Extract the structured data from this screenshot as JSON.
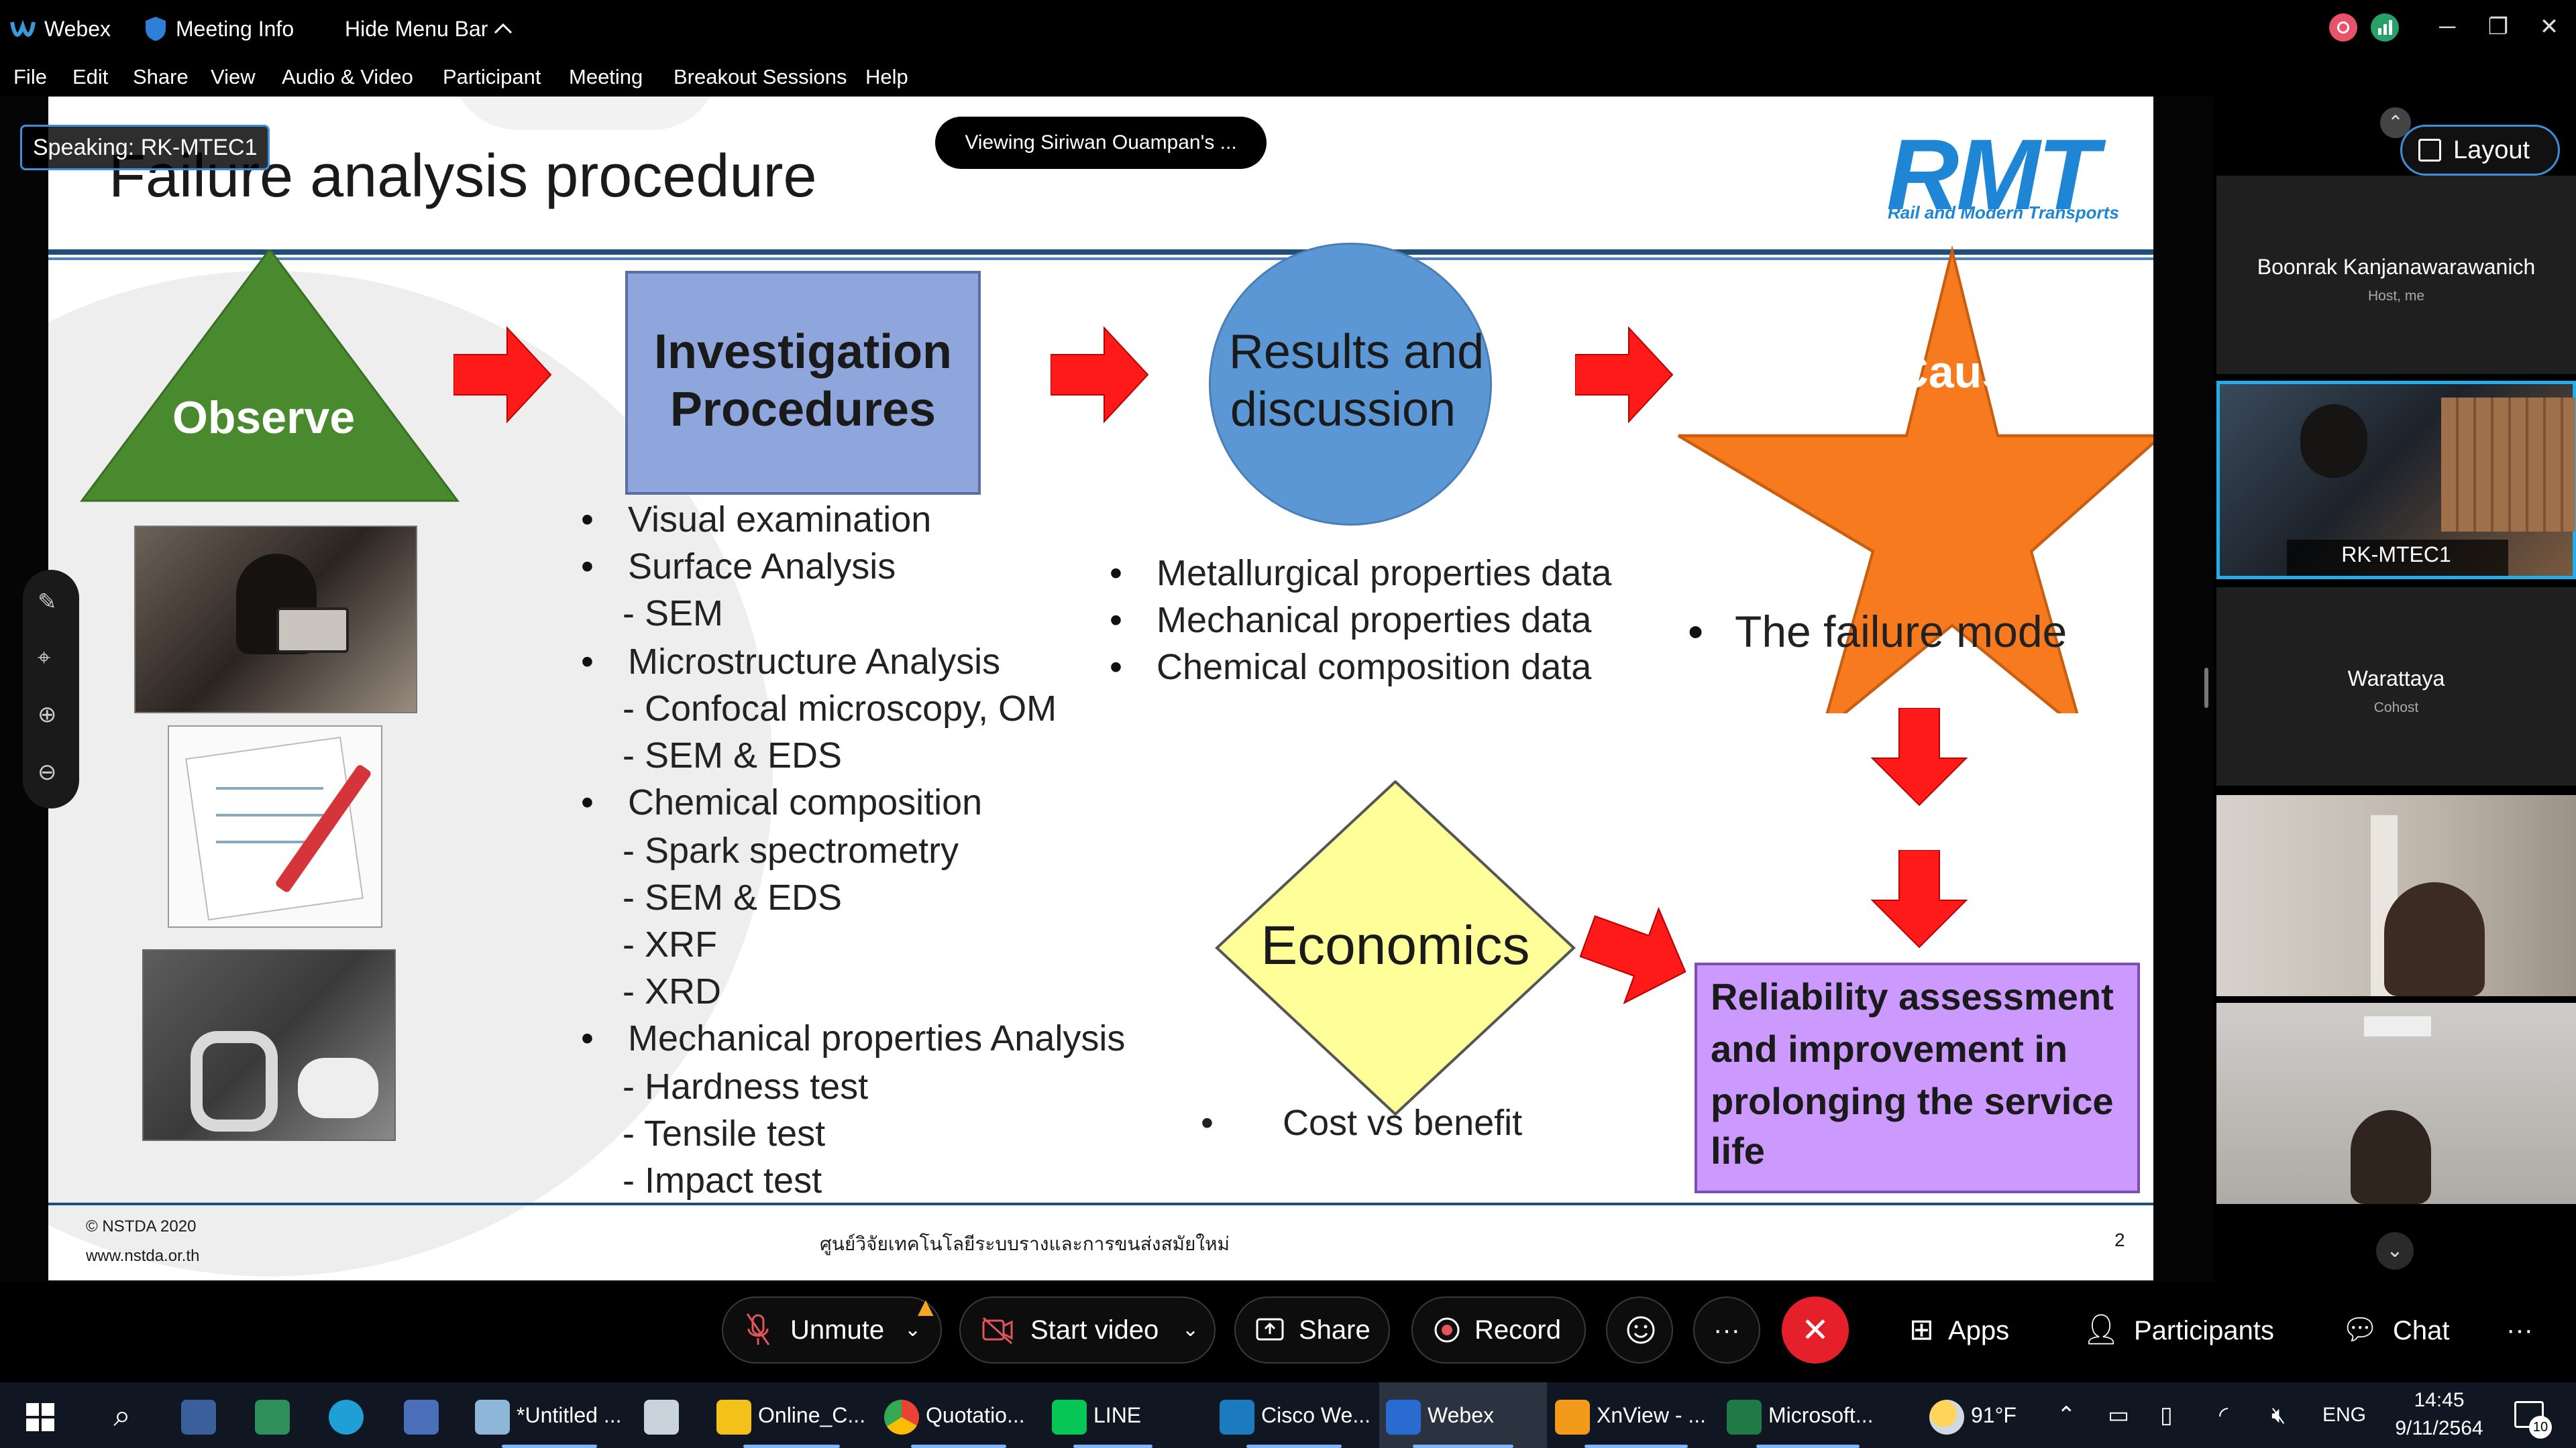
{
  "titlebar": {
    "app_name": "Webex",
    "meeting_info": "Meeting Info",
    "hide_menu_bar": "Hide Menu Bar",
    "controls": {
      "minimize": "─",
      "restore": "❐",
      "close": "✕"
    }
  },
  "menu": {
    "items": [
      "File",
      "Edit",
      "Share",
      "View",
      "Audio & Video",
      "Participant",
      "Meeting",
      "Breakout Sessions",
      "Help"
    ]
  },
  "stage": {
    "speaking_label": "Speaking:",
    "speaking_name": "RK-MTEC1",
    "viewing_banner": "Viewing Siriwan Ouampan's ...",
    "layout_button": "Layout"
  },
  "slide": {
    "title": "Failure analysis procedure",
    "logo_text": "RMT",
    "logo_tagline": "Rail and Modern Transports",
    "observe": "Observe",
    "investigation_line1": "Investigation",
    "investigation_line2": "Procedures",
    "results_line1": "Results and",
    "results_line2": "discussion",
    "root_cause": "Root Cause",
    "economics": "Economics",
    "reliability_lines": [
      "Reliability assessment",
      "and improvement in",
      "prolonging the service",
      "life"
    ],
    "investigation_items": [
      {
        "text": "Visual examination",
        "bullet": true
      },
      {
        "text": "Surface Analysis",
        "bullet": true
      },
      {
        "text": "- SEM",
        "bullet": false
      },
      {
        "text": "Microstructure Analysis",
        "bullet": true
      },
      {
        "text": "- Confocal microscopy, OM",
        "bullet": false
      },
      {
        "text": "- SEM & EDS",
        "bullet": false
      },
      {
        "text": " Chemical composition",
        "bullet": true
      },
      {
        "text": " - Spark spectrometry",
        "bullet": false
      },
      {
        "text": " - SEM & EDS",
        "bullet": false
      },
      {
        "text": " - XRF",
        "bullet": false
      },
      {
        "text": " - XRD",
        "bullet": false
      },
      {
        "text": "Mechanical properties Analysis",
        "bullet": true
      },
      {
        "text": " - Hardness test",
        "bullet": false
      },
      {
        "text": " - Tensile test",
        "bullet": false
      },
      {
        "text": " - Impact test",
        "bullet": false
      }
    ],
    "results_items": [
      "Metallurgical properties data",
      "Mechanical properties data",
      "Chemical composition data"
    ],
    "root_cause_item": "The failure mode",
    "economics_item": "Cost vs benefit",
    "footer_copyright": "© NSTDA 2020",
    "footer_url": "www.nstda.or.th",
    "footer_center": "ศูนย์วิจัยเทคโนโลยีระบบรางและการขนส่งสมัยใหม่",
    "page_number": "2"
  },
  "participants": [
    {
      "name": "Boonrak Kanjanawarawanich",
      "role": "Host, me"
    },
    {
      "name": "RK-MTEC1",
      "role": ""
    },
    {
      "name": "Warattaya",
      "role": "Cohost"
    }
  ],
  "controls": {
    "unmute": "Unmute",
    "start_video": "Start video",
    "share": "Share",
    "record": "Record",
    "more": "···",
    "apps": "Apps",
    "participants": "Participants",
    "chat": "Chat",
    "overflow": "···"
  },
  "taskbar": {
    "apps": [
      "*Untitled ...",
      "Online_C...",
      "Quotatio...",
      "LINE",
      "Cisco We...",
      "Webex",
      "XnView - ...",
      "Microsoft..."
    ],
    "weather": "91°F",
    "language": "ENG",
    "time": "14:45",
    "date": "9/11/2564",
    "notifications": "10"
  },
  "colors": {
    "observe_green": "#4a8a2e",
    "investigation_blue": "#8fa6dc",
    "results_blue": "#5b97d4",
    "root_orange": "#f87a1f",
    "economics_yellow": "#ffff99",
    "reliability_purple": "#cc99ff",
    "arrow_red": "#ff1a1a",
    "end_call_red": "#e5202b",
    "slide_rule": "#1f4e79"
  }
}
